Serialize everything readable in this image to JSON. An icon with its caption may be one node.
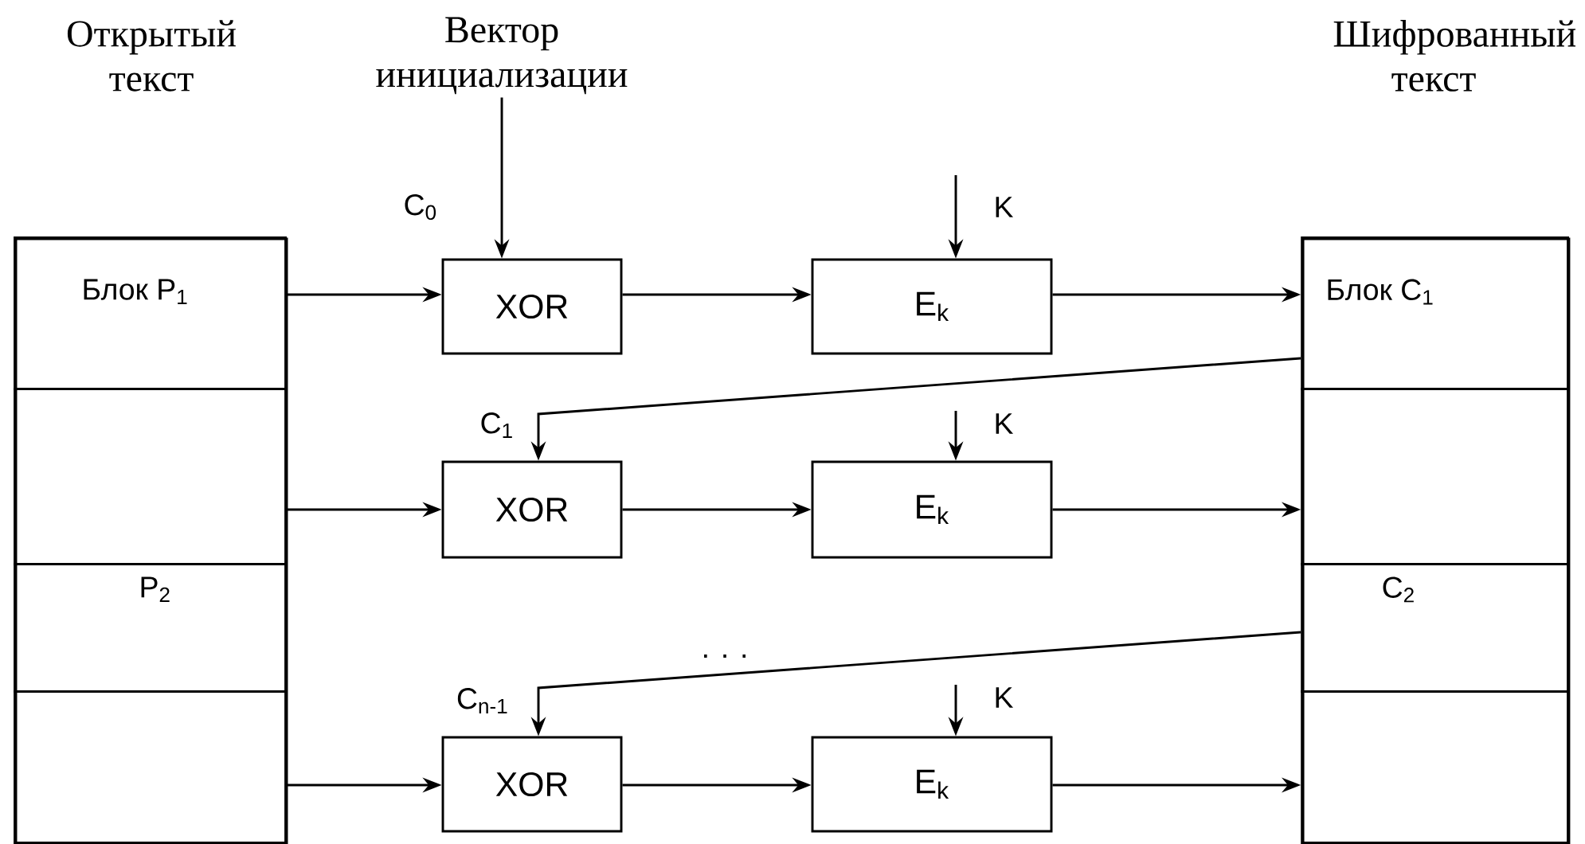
{
  "diagram": {
    "nodes": [
      {
        "text": [],
        "shape": "box"
      },
      {
        "text": [
          "Блок P$_{1}$"
        ],
        "in": 0
      },
      {
        "text": [],
        "shape": "box",
        "in": 0
      },
      {
        "text": [
          "P$_{2}$"
        ],
        "in": 0
      },
      {
        "text": [],
        "shape": "box",
        "in": 0
      },
      {
        "text": [
          "Вектор инициализации"
        ]
      },
      {
        "text": [],
        "shape": "box"
      },
      {
        "text": [
          "Блок C$_{1}$"
        ],
        "in": 6
      },
      {
        "text": [],
        "shape": "box",
        "in": 6
      },
      {
        "text": [
          "C$_{2}$"
        ],
        "in": 6
      },
      {
        "text": [],
        "shape": "box",
        "in": 6
      },
      {
        "text": [
          "XOR"
        ]
      },
      {
        "text": [
          "E$_{k}$"
        ]
      },
      {
        "text": [
          "XOR"
        ]
      },
      {
        "text": [
          "E$_{k}$"
        ]
      },
      {
        "text": [
          "XOR"
        ]
      },
      {
        "text": [
          "E$_{k}$"
        ]
      }
    ],
    "edges": [
      {
        "from": 5,
        "to": 11,
        "arrow": "to",
        "label": "C$_{0}$"
      },
      {
        "from": null,
        "to": 12,
        "arrow": "to",
        "label": "K"
      },
      {
        "from": 1,
        "to": 11,
        "arrow": "to"
      },
      {
        "from": 11,
        "to": 12,
        "arrow": "to"
      },
      {
        "from": 12,
        "to": 7,
        "arrow": "to"
      },
      {
        "from": 7,
        "to": 13,
        "arrow": "to",
        "label": "C$_{1}$"
      },
      {
        "from": null,
        "to": 14,
        "arrow": "to",
        "label": "K"
      },
      {
        "from": 2,
        "to": 13,
        "arrow": "to"
      },
      {
        "from": 13,
        "to": 14,
        "arrow": "to"
      },
      {
        "from": 14,
        "to": 8,
        "arrow": "to"
      },
      {
        "from": 9,
        "to": 15,
        "arrow": "to",
        "label": "C$_{n-1}$"
      },
      {
        "from": null,
        "to": 16,
        "arrow": "to",
        "label": "K"
      },
      {
        "from": 4,
        "to": 15,
        "arrow": "to"
      },
      {
        "from": 15,
        "to": 16,
        "arrow": "to"
      },
      {
        "from": 16,
        "to": 10,
        "arrow": "to"
      }
    ],
    "labels": [
      "Открытый текст",
      "Шифрованный текст",
      ". . ."
    ]
  }
}
